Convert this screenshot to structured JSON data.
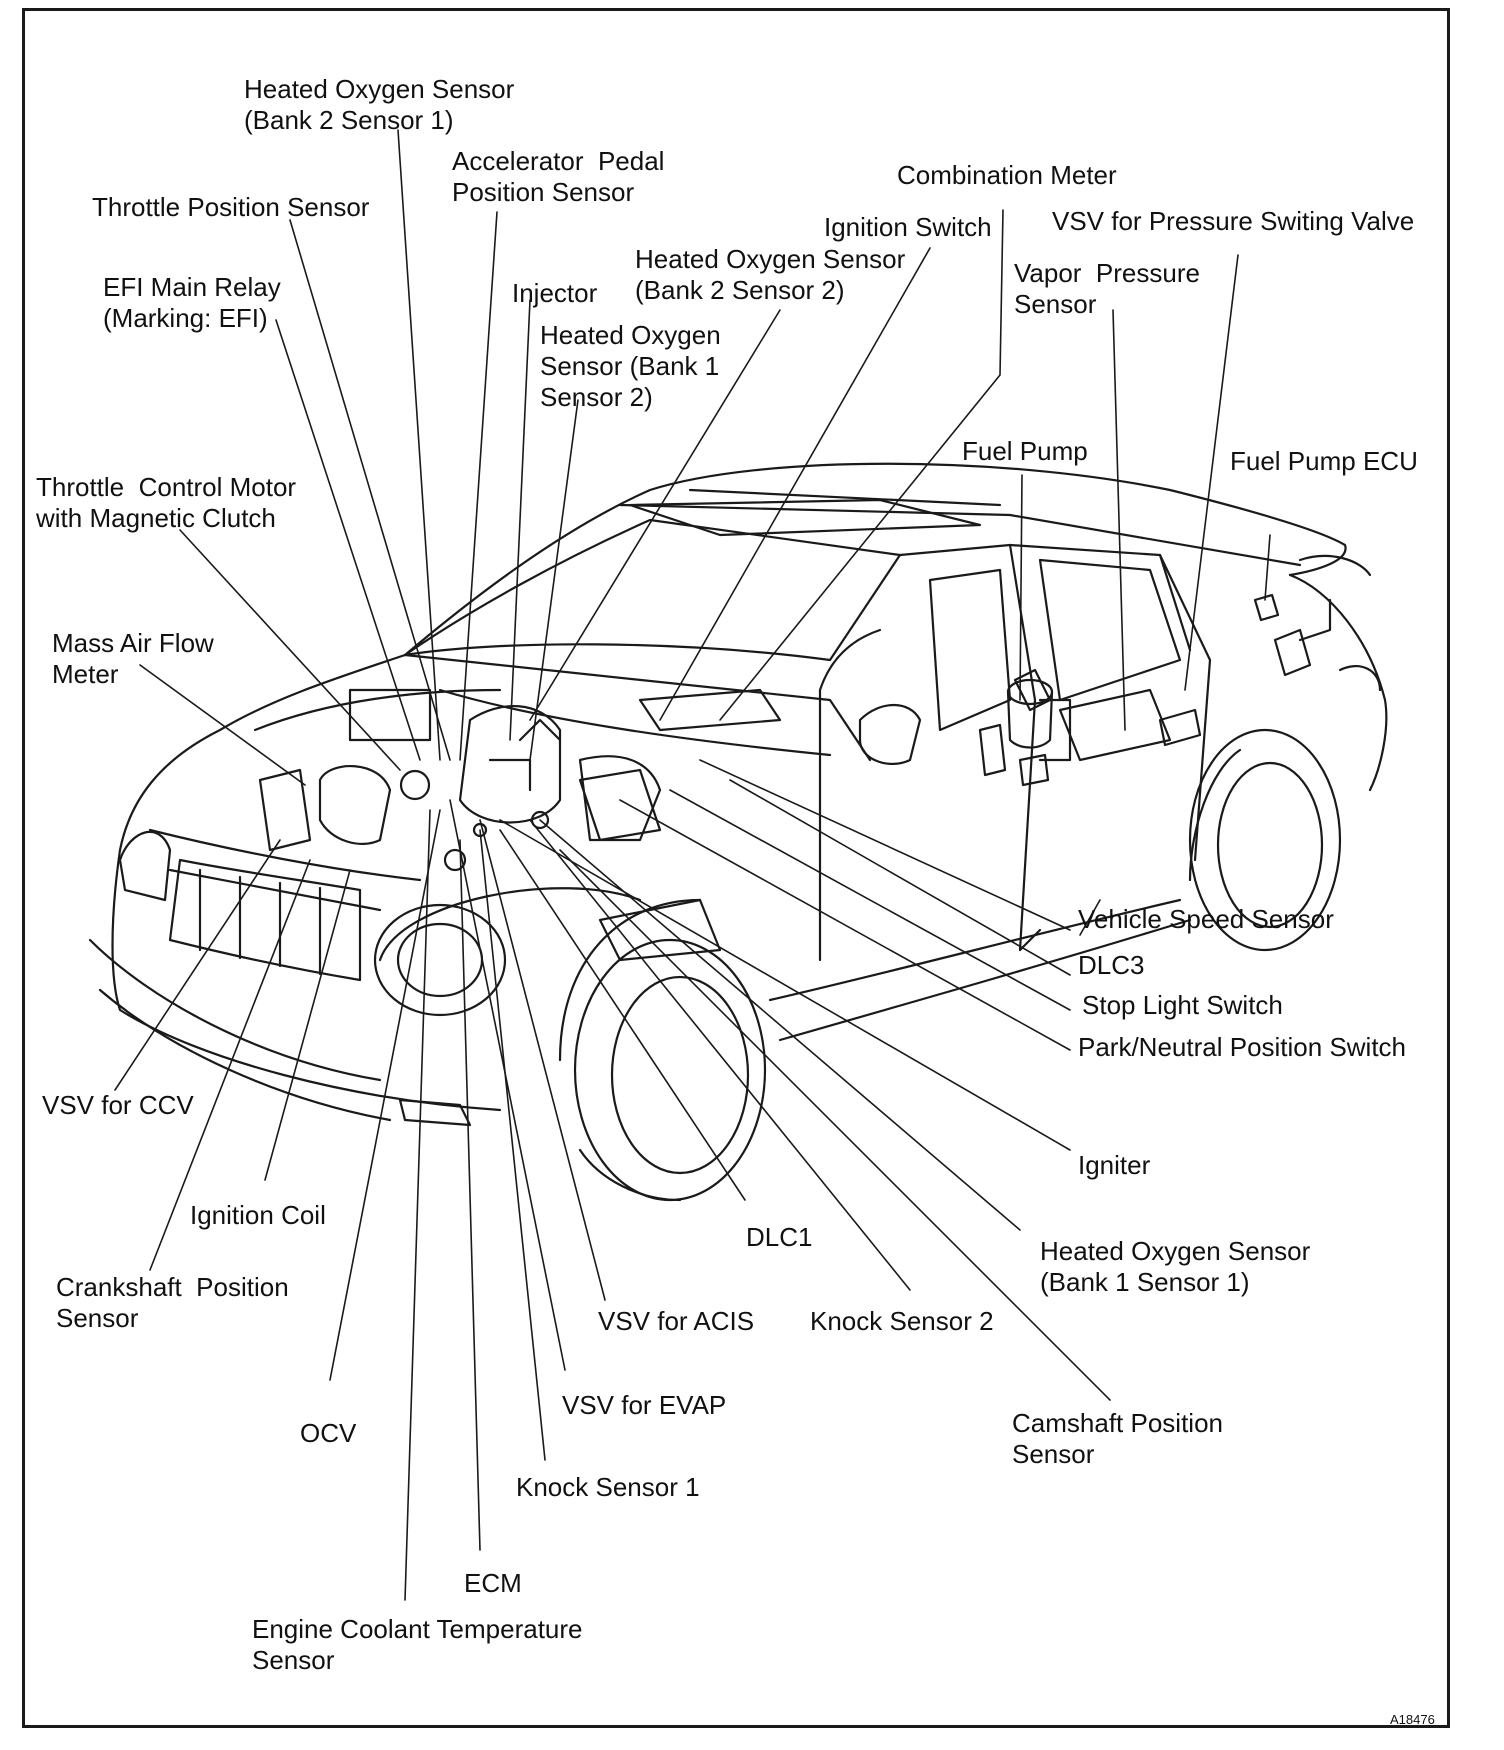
{
  "labels": {
    "ho2s_b2s1": "Heated Oxygen Sensor\n(Bank 2 Sensor 1)",
    "accel_pedal": "Accelerator  Pedal\nPosition Sensor",
    "combination_meter": "Combination Meter",
    "throttle_position": "Throttle Position Sensor",
    "ignition_switch": "Ignition Switch",
    "vsv_pressure": "VSV for Pressure Switing Valve",
    "ho2s_b2s2": "Heated Oxygen Sensor\n(Bank 2 Sensor 2)",
    "efi_main_relay": "EFI Main Relay\n(Marking: EFI)",
    "injector": "Injector",
    "vapor_pressure": "Vapor  Pressure\nSensor",
    "ho2s_b1s2": "Heated Oxygen\nSensor (Bank 1\nSensor 2)",
    "fuel_pump": "Fuel Pump",
    "fuel_pump_ecu": "Fuel Pump ECU",
    "throttle_control_motor": "Throttle  Control Motor\nwith Magnetic Clutch",
    "mass_air_flow": "Mass Air Flow\nMeter",
    "vehicle_speed": "Vehicle Speed Sensor",
    "dlc3": "DLC3",
    "stop_light": "Stop Light Switch",
    "park_neutral": "Park/Neutral Position Switch",
    "vsv_ccv": "VSV for CCV",
    "igniter": "Igniter",
    "ignition_coil": "Ignition Coil",
    "dlc1": "DLC1",
    "ho2s_b1s1": "Heated Oxygen Sensor\n(Bank 1 Sensor 1)",
    "crankshaft": "Crankshaft  Position\nSensor",
    "vsv_acis": "VSV for ACIS",
    "knock2": "Knock Sensor 2",
    "vsv_evap": "VSV for EVAP",
    "camshaft": "Camshaft Position\nSensor",
    "ocv": "OCV",
    "knock1": "Knock Sensor 1",
    "ecm": "ECM",
    "ect": "Engine Coolant Temperature\nSensor"
  },
  "figure_code": "A18476"
}
